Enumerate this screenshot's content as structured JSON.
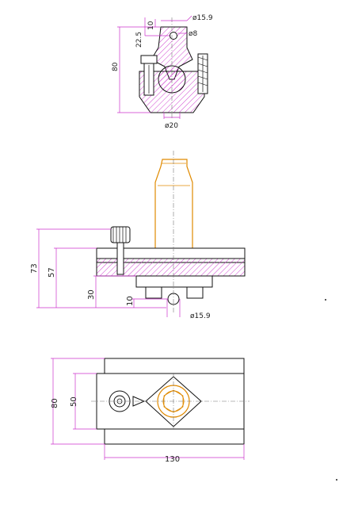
{
  "top_view": {
    "dim_dia_top": "ø15.9",
    "dim_dia_hole": "ø8",
    "dim_10": "10",
    "dim_22_5": "22.5",
    "dim_80": "80",
    "dim_dia_bottom": "ø20"
  },
  "side_view": {
    "dim_73": "73",
    "dim_57": "57",
    "dim_30": "30",
    "dim_10": "10",
    "dim_dia": "ø15.9"
  },
  "plan_view": {
    "dim_80": "80",
    "dim_50": "50",
    "dim_130": "130"
  },
  "colors": {
    "dimension": "#cc33cc",
    "outline": "#111111",
    "part": "#e08a00",
    "centerline": "#777777"
  }
}
